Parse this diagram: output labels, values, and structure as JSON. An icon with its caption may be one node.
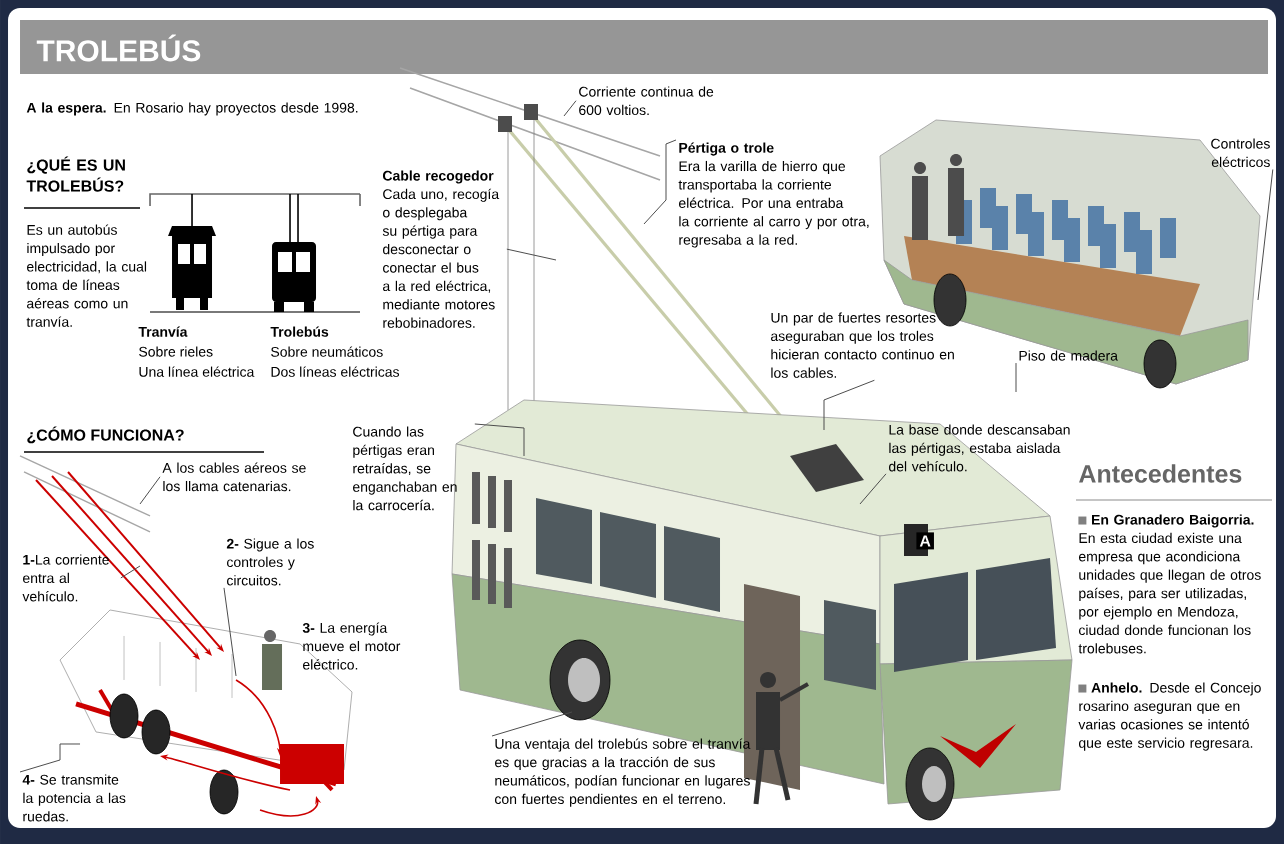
{
  "diagram": {
    "title": "TROLEBÚS",
    "nodes": [
      {
        "text": [
          "Corriente continua de 600 voltios."
        ]
      },
      {
        "text": [
          "Pértiga o trole",
          "Era la varilla de hierro que transportaba la corriente eléctrica. Por una entraba la corriente al carro y por otra, regresaba a la red."
        ]
      },
      {
        "text": [
          "Cable recogedor",
          "Cada uno, recogía o desplegaba su pértiga para desconectar o conectar el bus a la red eléctrica, mediante motores rebobinadores."
        ]
      },
      {
        "text": [
          "Controles eléctricos"
        ]
      },
      {
        "text": [
          "Un par de fuertes resortes aseguraban que los troles hicieran contacto continuo en los cables."
        ]
      },
      {
        "text": [
          "Piso de madera"
        ]
      },
      {
        "text": [
          "Cuando las pértigas eran retraídas, se enganchaban en la carrocería."
        ]
      },
      {
        "text": [
          "La base donde descansaban las pértigas, estaba aislada del vehículo."
        ]
      },
      {
        "text": [
          "Una ventaja del trolebús sobre el tranvía es que gracias a la tracción de sus neumáticos, podían funcionar en lugares con fuertes pendientes en el terreno."
        ]
      },
      {
        "text": [
          "A los cables aéreos se los llama catenarias."
        ]
      },
      {
        "text": [
          "**1-**La corriente entra al vehículo."
        ]
      },
      {
        "text": [
          "**2-** Sigue a los controles y circuitos."
        ]
      },
      {
        "text": [
          "**4-** Se transmite la potencia a las ruedas."
        ]
      }
    ],
    "edges": [
      {
        "from": 0,
        "to": null,
        "arrow": "none"
      },
      {
        "from": 1,
        "to": null,
        "arrow": "none"
      },
      {
        "from": 2,
        "to": null,
        "arrow": "none"
      },
      {
        "from": 3,
        "to": null,
        "arrow": "none"
      },
      {
        "from": 4,
        "to": null,
        "arrow": "none"
      },
      {
        "from": 5,
        "to": null,
        "arrow": "none"
      },
      {
        "from": 6,
        "to": null,
        "arrow": "none"
      },
      {
        "from": 7,
        "to": null,
        "arrow": "none"
      },
      {
        "from": 8,
        "to": null,
        "arrow": "none"
      },
      {
        "from": 9,
        "to": null,
        "arrow": "none"
      },
      {
        "from": 10,
        "to": null,
        "arrow": "none"
      },
      {
        "from": 11,
        "to": null,
        "arrow": "none"
      },
      {
        "from": 12,
        "to": null,
        "arrow": "none"
      }
    ],
    "labels": [
      "**A la espera.** En Rosario hay proyectos desde 1998.",
      "¿QUÉ ES UN TROLEBÚS?",
      "Es un autobús impulsado por electricidad, la cual toma de líneas aéreas como un tranvía.",
      "Tranvía",
      "Sobre rieles",
      "Una línea eléctrica",
      "Trolebús",
      "Sobre neumáticos",
      "Dos líneas eléctricas",
      "¿CÓMO FUNCIONA?",
      "**3-** La energía mueve el motor eléctrico.",
      "A",
      "Antecedentes",
      "**En Granadero Baigorria.** En esta ciudad existe una empresa que acondiciona unidades que llegan de otros países, para ser utilizadas, por ejemplo en Mendoza, ciudad donde funcionan los trolebuses.",
      "**Anhelo.** Desde el Concejo rosarino aseguran que en varias ocasiones se intentó que este servicio regresara."
    ]
  }
}
